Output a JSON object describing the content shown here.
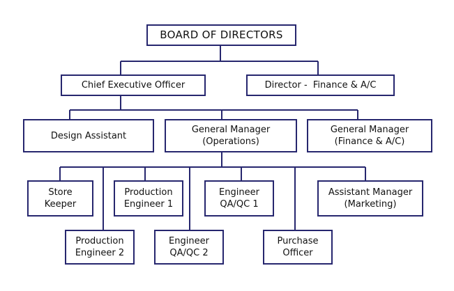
{
  "nodes": {
    "board": {
      "lines": [
        "BOARD OF DIRECTORS"
      ]
    },
    "ceo": {
      "lines": [
        "Chief Executive Officer"
      ]
    },
    "director_finance": {
      "lines": [
        "Director -  Finance & A/C"
      ]
    },
    "design_assistant": {
      "lines": [
        "Design Assistant"
      ]
    },
    "gm_operations": {
      "lines": [
        "General Manager",
        "(Operations)"
      ]
    },
    "gm_finance": {
      "lines": [
        "General Manager",
        "(Finance & A/C)"
      ]
    },
    "store_keeper": {
      "lines": [
        "Store",
        "Keeper"
      ]
    },
    "production_engineer_1": {
      "lines": [
        "Production",
        "Engineer 1"
      ]
    },
    "engineer_qaqc_1": {
      "lines": [
        "Engineer",
        "QA/QC 1"
      ]
    },
    "assistant_manager": {
      "lines": [
        "Assistant Manager",
        "(Marketing)"
      ]
    },
    "production_engineer_2": {
      "lines": [
        "Production",
        "Engineer 2"
      ]
    },
    "engineer_qaqc_2": {
      "lines": [
        "Engineer",
        "QA/QC 2"
      ]
    },
    "purchase_officer": {
      "lines": [
        "Purchase",
        "Officer"
      ]
    }
  },
  "colors": {
    "border": "#26266e",
    "connector": "#26266e",
    "text": "#111111",
    "background": "#ffffff"
  }
}
